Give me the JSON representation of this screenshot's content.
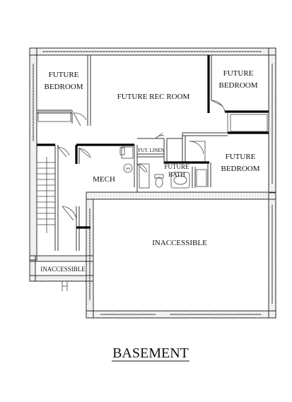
{
  "rooms": {
    "bedroom_left_line1": "FUTURE",
    "bedroom_left_line2": "BEDROOM",
    "rec_room": "FUTURE REC ROOM",
    "bedroom_right_top_line1": "FUTURE",
    "bedroom_right_top_line2": "BEDROOM",
    "bedroom_right_bottom_line1": "FUTURE",
    "bedroom_right_bottom_line2": "BEDROOM",
    "mech": "MECH",
    "linen": "FUT. LINEN",
    "bath_line1": "FUTURE",
    "bath_line2": "BATH",
    "inaccessible_main": "INACCESSIBLE",
    "inaccessible_small": "INACCESSIBLE",
    "water_heater": "WH"
  },
  "title": "BASEMENT"
}
